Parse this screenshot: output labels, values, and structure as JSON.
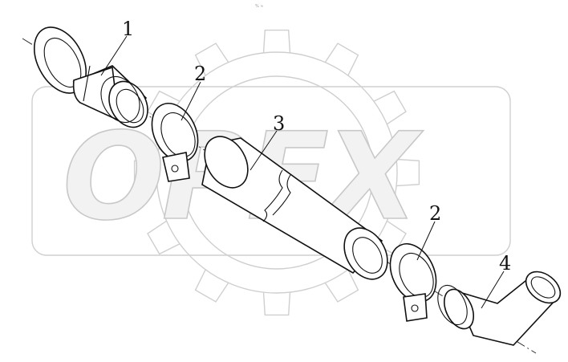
{
  "watermark": {
    "text": "OPEX"
  },
  "corner_mark": "% ≈",
  "callouts": [
    {
      "id": "1",
      "label": "1"
    },
    {
      "id": "2a",
      "label": "2"
    },
    {
      "id": "3",
      "label": "3"
    },
    {
      "id": "2b",
      "label": "2"
    },
    {
      "id": "4",
      "label": "4"
    }
  ],
  "parts": [
    {
      "number": "1",
      "icon": "pipe-inlet-flange-icon"
    },
    {
      "number": "2",
      "icon": "hose-clamp-icon"
    },
    {
      "number": "3",
      "icon": "hose-tube-icon"
    },
    {
      "number": "4",
      "icon": "elbow-pipe-icon"
    }
  ]
}
